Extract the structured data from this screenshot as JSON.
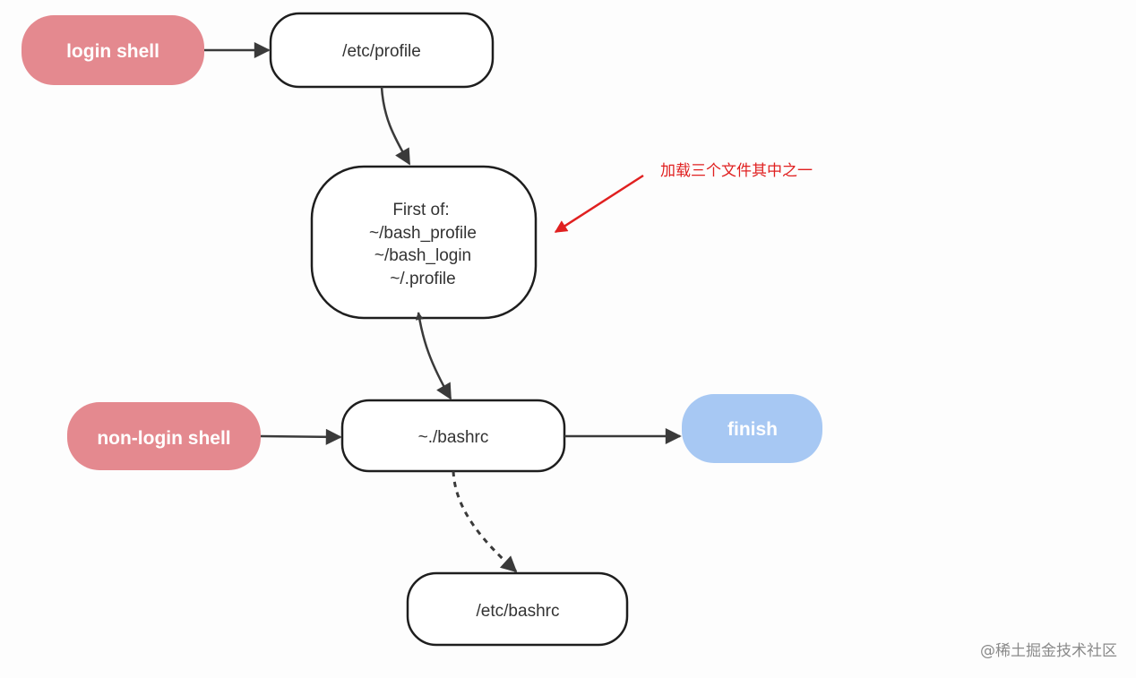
{
  "nodes": {
    "login_shell": "login shell",
    "etc_profile": "/etc/profile",
    "first_of": [
      "First of:",
      "~/bash_profile",
      "~/bash_login",
      "~/.profile"
    ],
    "non_login_shell": "non-login shell",
    "bashrc": "~./bashrc",
    "finish": "finish",
    "etc_bashrc": "/etc/bashrc"
  },
  "annotation": "加载三个文件其中之一",
  "watermark": "@稀土掘金技术社区",
  "colors": {
    "pill_red": "#e4898f",
    "pill_blue": "#a7c8f3",
    "box_border": "#1e1e1e",
    "arrow": "#3a3a3a",
    "annotation_red": "#e02020"
  }
}
